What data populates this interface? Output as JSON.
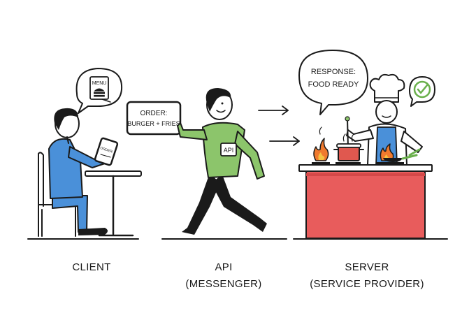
{
  "bubbles": {
    "menu": "MENU",
    "order_title": "ORDER:",
    "order_items": "BURGER + FRIES",
    "tablet_screen": "ORDER:",
    "response_title": "RESPONSE:",
    "response_body": "FOOD READY"
  },
  "badge": {
    "api": "API"
  },
  "captions": {
    "client": "CLIENT",
    "api_title": "API",
    "api_sub": "(MESSENGER)",
    "server_title": "SERVER",
    "server_sub": "(SERVICE PROVIDER)"
  },
  "colors": {
    "client_shirt": "#4a90d9",
    "messenger_shirt": "#8cc56b",
    "chef_apron": "#4a90d9",
    "counter": "#e85c5c",
    "flame": "#f07a2e",
    "pot": "#e0584f",
    "check": "#6ab04c"
  },
  "icons": [
    "burger-icon",
    "check-icon",
    "arrow-right-icon",
    "flame-icon"
  ]
}
